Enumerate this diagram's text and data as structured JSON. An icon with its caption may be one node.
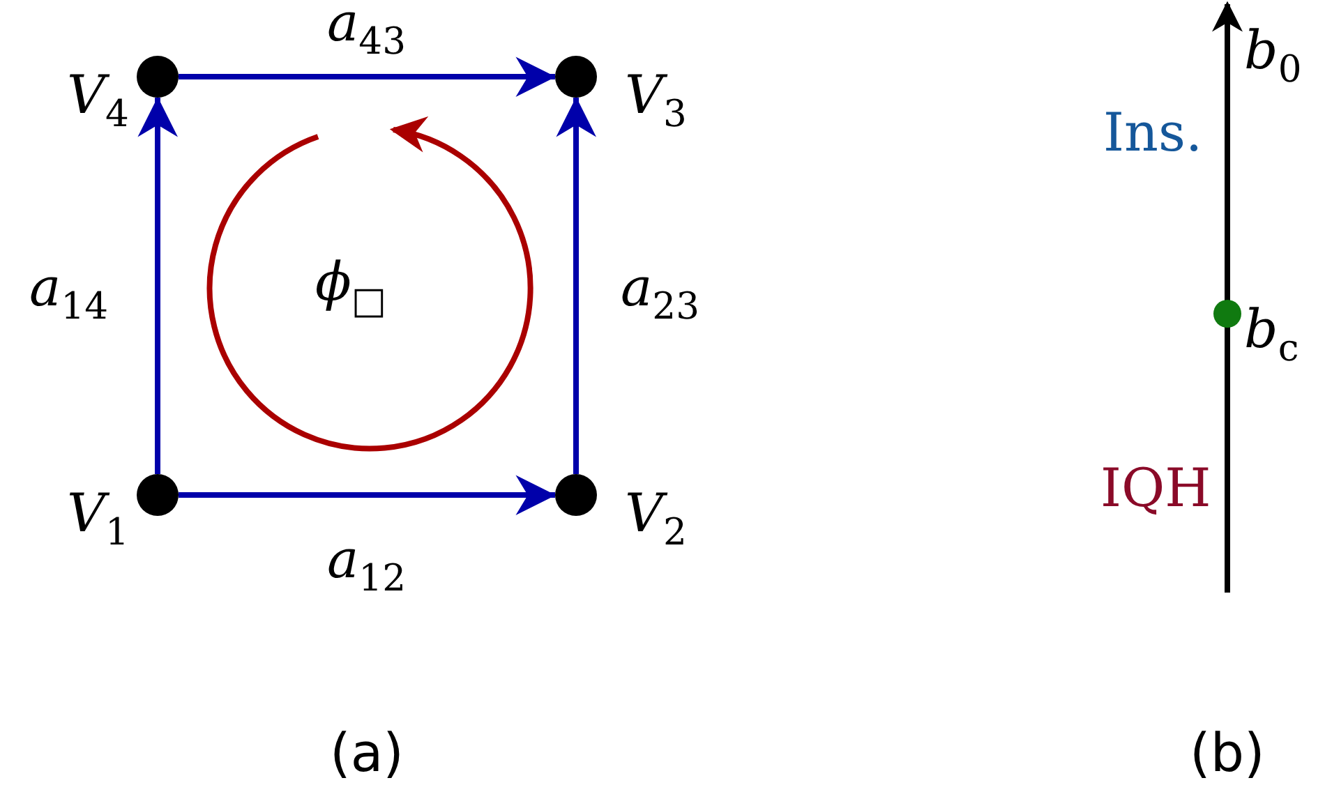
{
  "diagram": {
    "nodes": [
      {
        "text": [],
        "shape": "circle",
        "beside": [
          "V$_{1}$"
        ]
      },
      {
        "text": [],
        "shape": "circle",
        "beside": [
          "V$_{2}$"
        ]
      },
      {
        "text": [],
        "shape": "circle",
        "beside": [
          "V$_{3}$"
        ]
      },
      {
        "text": [],
        "shape": "circle",
        "beside": [
          "V$_{4}$"
        ]
      }
    ],
    "edges": [
      {
        "from": 3,
        "to": 2,
        "arrow": "to",
        "label": "a$_{43}$"
      },
      {
        "from": 0,
        "to": 3,
        "arrow": "to",
        "label": "a$_{14}$"
      },
      {
        "from": 1,
        "to": 2,
        "arrow": "to",
        "label": "a$_{23}$"
      },
      {
        "from": 0,
        "to": 1,
        "arrow": "to",
        "label": "a$_{12}$"
      }
    ],
    "labels": [
      "ϕ$_{□}$",
      "b$_{0}$",
      "Ins.",
      "b$_{c}$",
      "IQH",
      "(a)",
      "(b)"
    ]
  }
}
